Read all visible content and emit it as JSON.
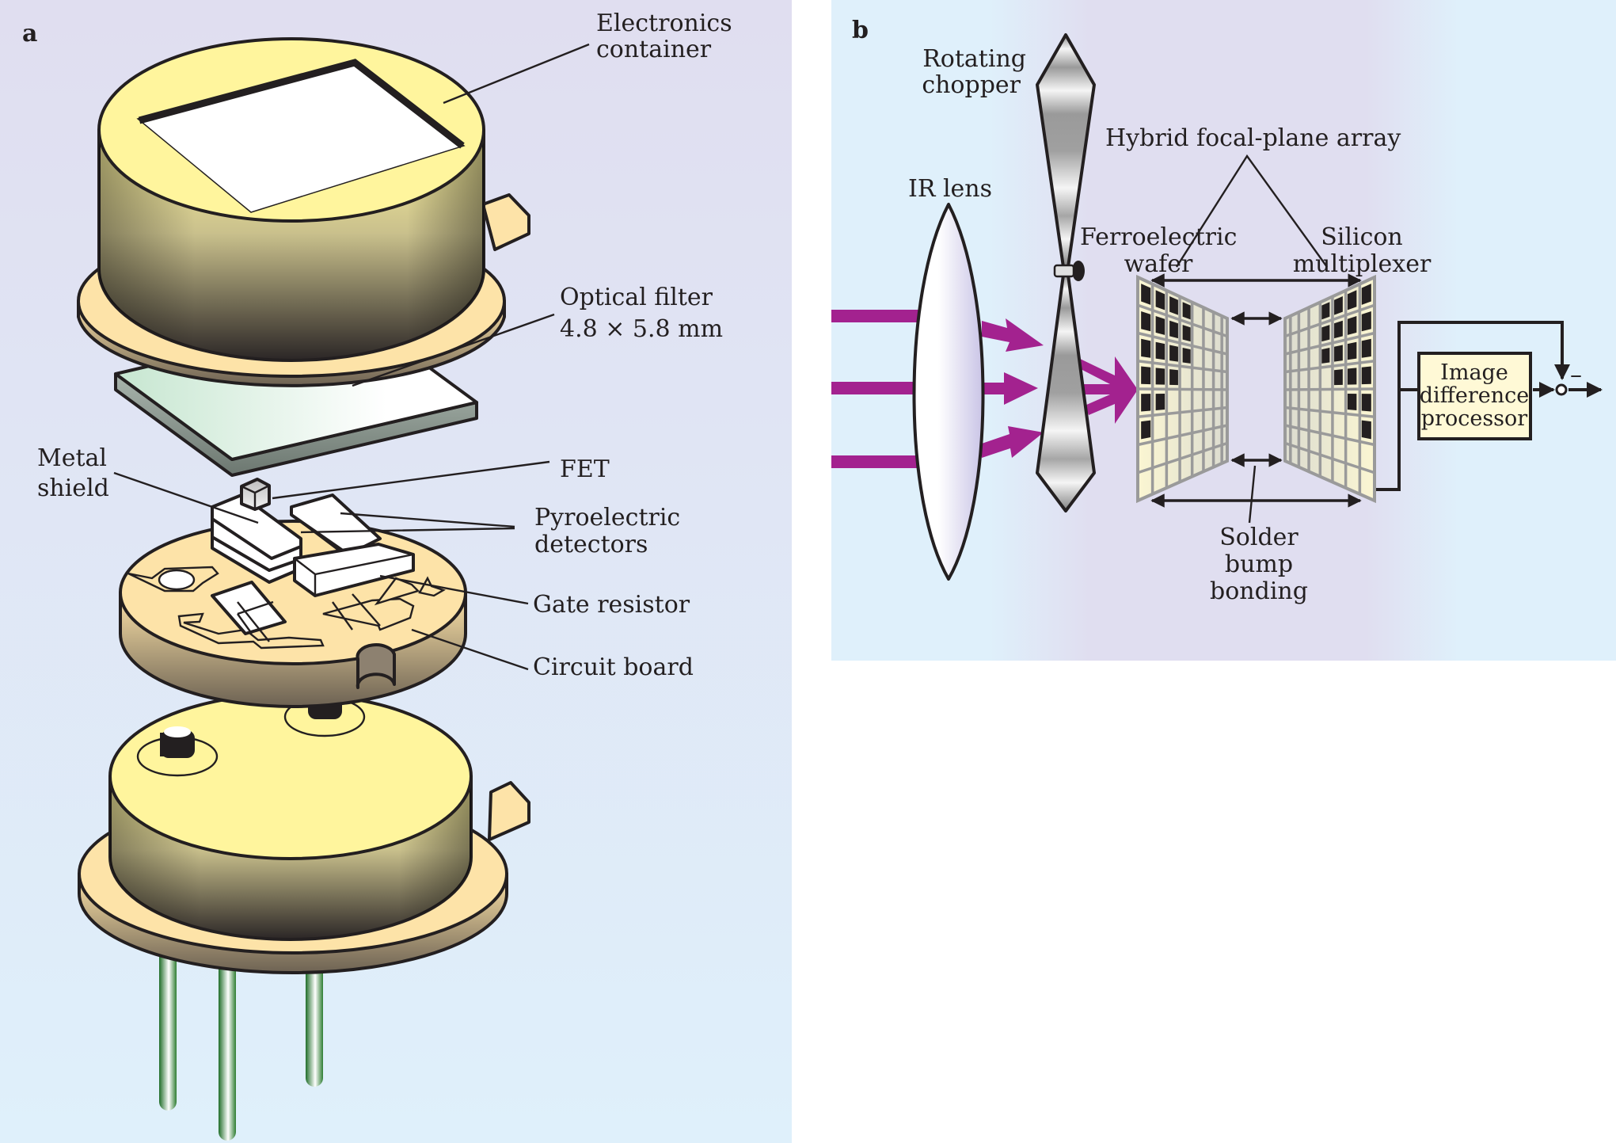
{
  "figure": {
    "panel_a": {
      "letter": "a",
      "labels": {
        "electronics_container": [
          "Electronics",
          "container"
        ],
        "optical_filter": [
          "Optical filter",
          "4.8 × 5.8 mm"
        ],
        "metal_shield": [
          "Metal",
          "shield"
        ],
        "fet": "FET",
        "pyroelectric_detectors": [
          "Pyroelectric",
          "detectors"
        ],
        "gate_resistor": "Gate resistor",
        "circuit_board": "Circuit board"
      }
    },
    "panel_b": {
      "letter": "b",
      "labels": {
        "rotating_chopper": [
          "Rotating",
          "chopper"
        ],
        "ir_lens": "IR lens",
        "hybrid_fpa": "Hybrid focal-plane array",
        "ferroelectric_wafer": [
          "Ferroelectric",
          "wafer"
        ],
        "silicon_multiplexer": [
          "Silicon",
          "multiplexer"
        ],
        "solder_bump_bonding": [
          "Solder",
          "bump",
          "bonding"
        ],
        "image_difference_processor": [
          "Image",
          "difference",
          "processor"
        ],
        "minus_sign": "–"
      },
      "array": {
        "rows": 8,
        "cols": 8,
        "dark_cells_per_row_from_outer_edge": [
          4,
          4,
          4,
          3,
          2,
          1,
          0,
          0
        ]
      },
      "ir_beam_count": 3
    }
  },
  "colors": {
    "bg_panel_top": "#e0def0",
    "bg_panel_bottom": "#dff0fb",
    "can_top": "#fff59d",
    "flange": "#fde3a8",
    "ir_beam": "#a3228f",
    "filter_tint": "#cde8d6",
    "pin_green": "#2e7d32",
    "processor_fill": "#fff9d6",
    "cell_fill": "#f7f2cf",
    "cell_grid": "#9a9a9a",
    "dark_cell": "#231f20"
  }
}
